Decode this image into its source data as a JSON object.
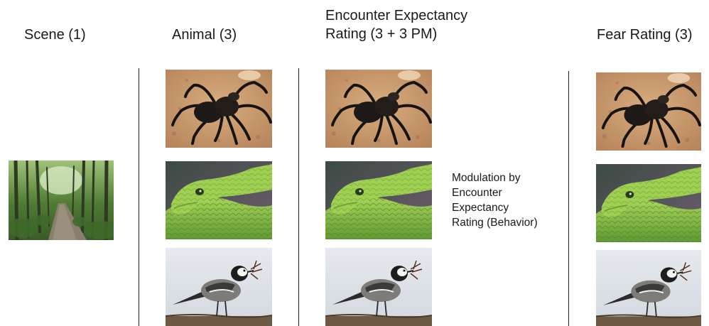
{
  "headers": {
    "scene": "Scene (1)",
    "animal": "Animal (3)",
    "expectancy_line1": "Encounter Expectancy",
    "expectancy_line2": "Rating (3 + 3 PM)",
    "fear": "Fear Rating (3)"
  },
  "modulation": {
    "line1": "Modulation by",
    "line2": "Encounter",
    "line3": "Expectancy",
    "line4": "Rating (Behavior)"
  },
  "images": {
    "scene": "forest-path-photo",
    "animals": [
      "spider-photo",
      "snake-photo",
      "bird-photo"
    ]
  },
  "colors": {
    "text": "#1a1a1a",
    "divider": "#222222",
    "forest": "#4f7a35",
    "sand": "#c99a6a",
    "snake": "#8fbf4a",
    "sky": "#dfe4ea"
  }
}
